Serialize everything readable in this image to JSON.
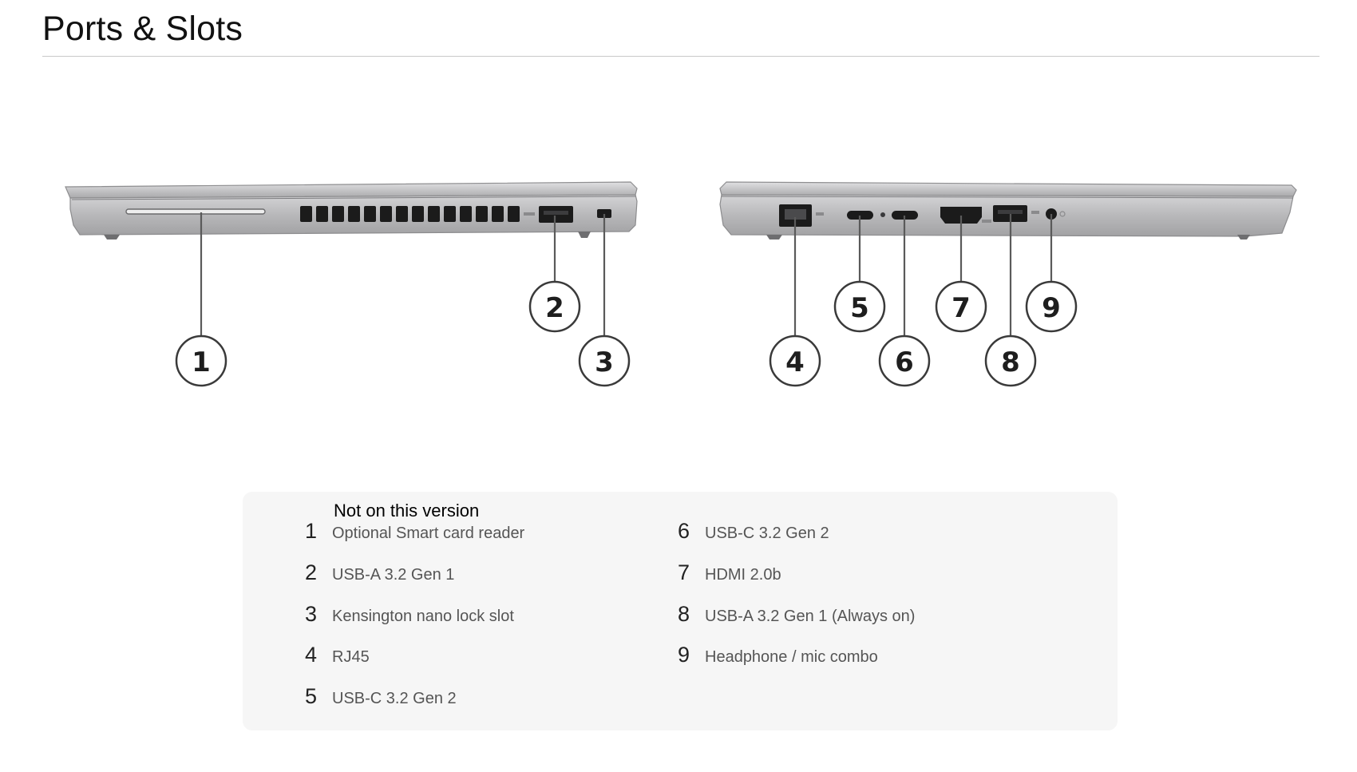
{
  "header": {
    "title": "Ports & Slots"
  },
  "callouts": {
    "c1": "1",
    "c2": "2",
    "c3": "3",
    "c4": "4",
    "c5": "5",
    "c6": "6",
    "c7": "7",
    "c8": "8",
    "c9": "9"
  },
  "legend": {
    "note": "Not on this version",
    "items": [
      {
        "number": "1",
        "label": "Optional Smart card reader"
      },
      {
        "number": "2",
        "label": "USB-A 3.2 Gen 1"
      },
      {
        "number": "3",
        "label": "Kensington nano lock slot"
      },
      {
        "number": "4",
        "label": "RJ45"
      },
      {
        "number": "5",
        "label": "USB-C 3.2 Gen 2"
      },
      {
        "number": "6",
        "label": "USB-C 3.2 Gen 2"
      },
      {
        "number": "7",
        "label": "HDMI 2.0b"
      },
      {
        "number": "8",
        "label": "USB-A 3.2 Gen 1 (Always on)"
      },
      {
        "number": "9",
        "label": "Headphone / mic combo"
      }
    ]
  },
  "colors": {
    "laptop_body": "#b9b9bb",
    "laptop_lid": "#a8a8aa",
    "port_black": "#1b1b1b",
    "callout_line": "#5a5a5a",
    "panel_bg": "#f6f6f6"
  }
}
